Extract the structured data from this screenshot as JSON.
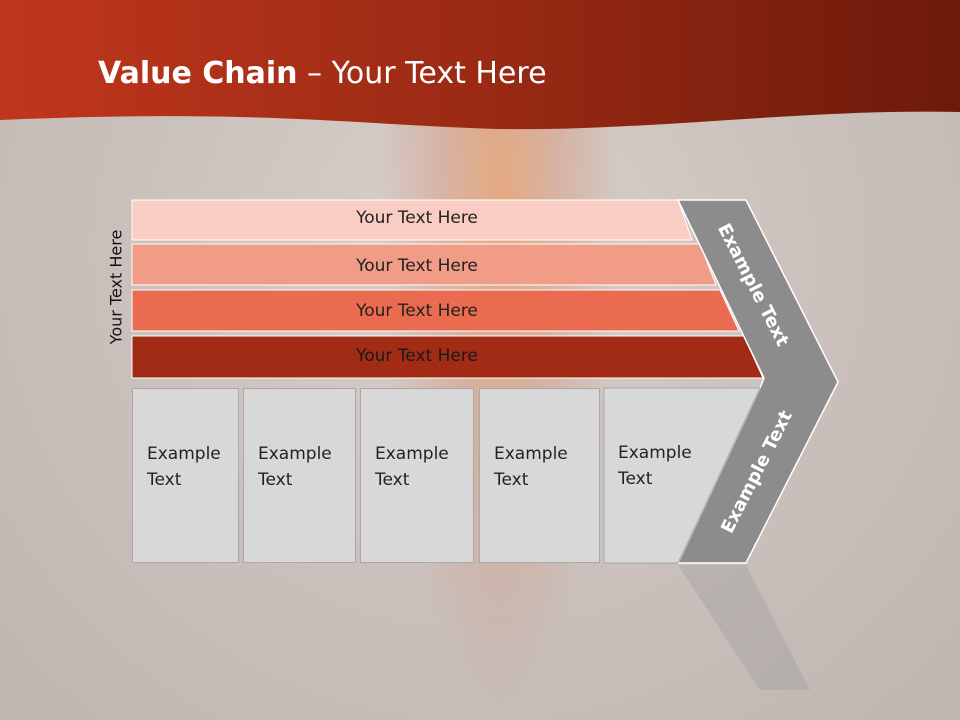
{
  "title": {
    "bold": "Value Chain",
    "rest": " – Your Text Here"
  },
  "vertical_label": "Your Text Here",
  "bands": [
    {
      "label": "Your Text Here",
      "color": "#f9cdc3"
    },
    {
      "label": "Your Text Here",
      "color": "#f19c86"
    },
    {
      "label": "Your Text Here",
      "color": "#ea6b50"
    },
    {
      "label": "Your Text Here",
      "color": "#a22b15"
    }
  ],
  "boxes": [
    {
      "label": "Example Text"
    },
    {
      "label": "Example Text"
    },
    {
      "label": "Example Text"
    },
    {
      "label": "Example Text"
    },
    {
      "label": "Example Text"
    }
  ],
  "chevron": {
    "upper_label": "Example Text",
    "lower_label": "Example Text",
    "color": "#8c8c8c"
  },
  "colors": {
    "header": "#a8301a",
    "header_dark": "#7a1e0e"
  }
}
